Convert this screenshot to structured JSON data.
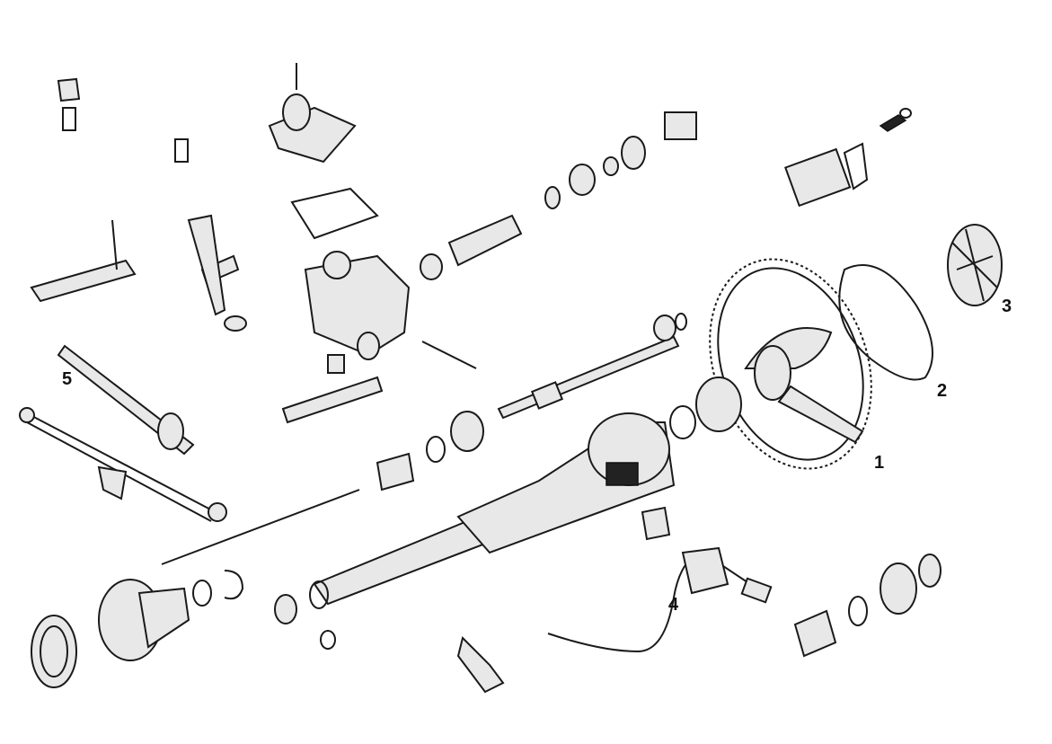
{
  "diagram": {
    "type": "exploded parts diagram",
    "callouts": [
      {
        "id": "1",
        "label": "1"
      },
      {
        "id": "2",
        "label": "2"
      },
      {
        "id": "3",
        "label": "3"
      },
      {
        "id": "4",
        "label": "4"
      },
      {
        "id": "5",
        "label": "5"
      }
    ]
  }
}
